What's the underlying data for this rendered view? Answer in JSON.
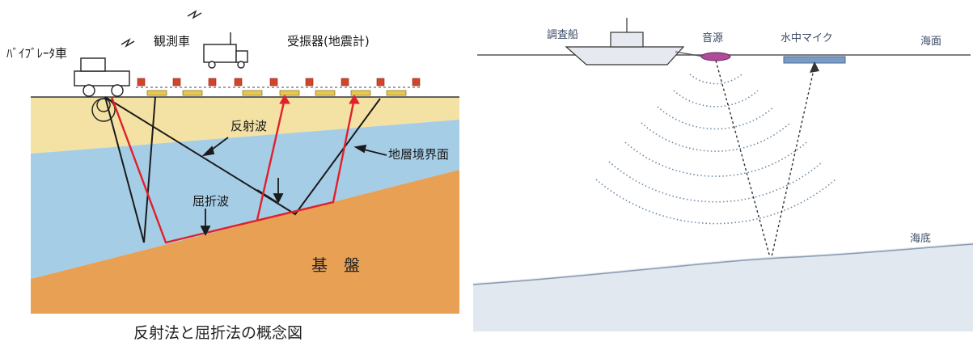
{
  "left_panel": {
    "caption": "反射法と屈折法の概念図",
    "labels": {
      "vibrator_truck": "ﾊﾞｲﾌﾞﾚｰﾀ車",
      "observation_truck": "観測車",
      "receiver": "受振器(地震計)",
      "reflected_wave": "反射波",
      "layer_boundary": "地層境界面",
      "refracted_wave": "屈折波",
      "bedrock": "基　盤"
    },
    "colors": {
      "surface_layer": "#f4e2a4",
      "middle_layer": "#a6cde6",
      "bedrock": "#e8a055",
      "refraction_path": "#e0202a",
      "reflection_path": "#1a1a1a",
      "receiver_box": "#d2452a"
    }
  },
  "right_panel": {
    "labels": {
      "survey_ship": "調査船",
      "sound_source": "音源",
      "hydrophone": "水中マイク",
      "sea_surface": "海面",
      "seabed": "海底"
    },
    "colors": {
      "sound_source": "#b04a9a",
      "hydrophone": "#7a9cc4",
      "wavefront": "#6c8aa6"
    }
  }
}
